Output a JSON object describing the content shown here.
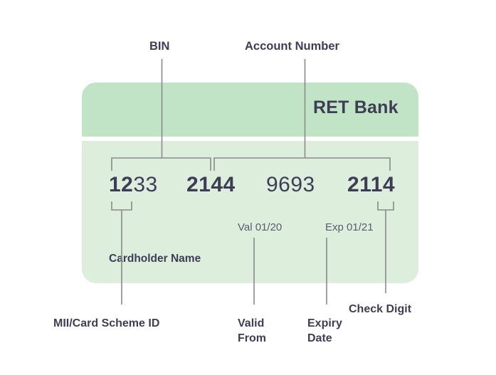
{
  "card": {
    "bank_name": "RET Bank",
    "band_color": "#c2e4c6",
    "body_color": "#ddeedd",
    "text_color": "#3f3d56",
    "line_color": "#8a8a8a",
    "number_groups": [
      {
        "id": "group-1",
        "emphasis": "1233",
        "full": "1233",
        "bold_part": "12",
        "light_part": "33"
      },
      {
        "id": "group-2",
        "emphasis": "2144",
        "full": "2144",
        "bold_part": "2144",
        "light_part": ""
      },
      {
        "id": "group-3",
        "emphasis": "9693",
        "full": "9693",
        "bold_part": "",
        "light_part": "9693"
      },
      {
        "id": "group-4",
        "emphasis": "2114",
        "full": "2114",
        "bold_part": "2114",
        "light_part": ""
      }
    ],
    "digits_1_bold": "12",
    "digits_1_light": "33",
    "digits_2": "2144",
    "digits_3": "9693",
    "digits_4": "2114",
    "valid_from_value": "Val 01/20",
    "expiry_value": "Exp 01/21",
    "cardholder_name": "Cardholder Name"
  },
  "callouts": {
    "bin": "BIN",
    "account_number": "Account Number",
    "mii_card_scheme_id": "MII/Card Scheme ID",
    "valid_from_line1": "Valid",
    "valid_from_line2": "From",
    "expiry_line1": "Expiry",
    "expiry_line2": "Date",
    "check_digit": "Check Digit"
  }
}
